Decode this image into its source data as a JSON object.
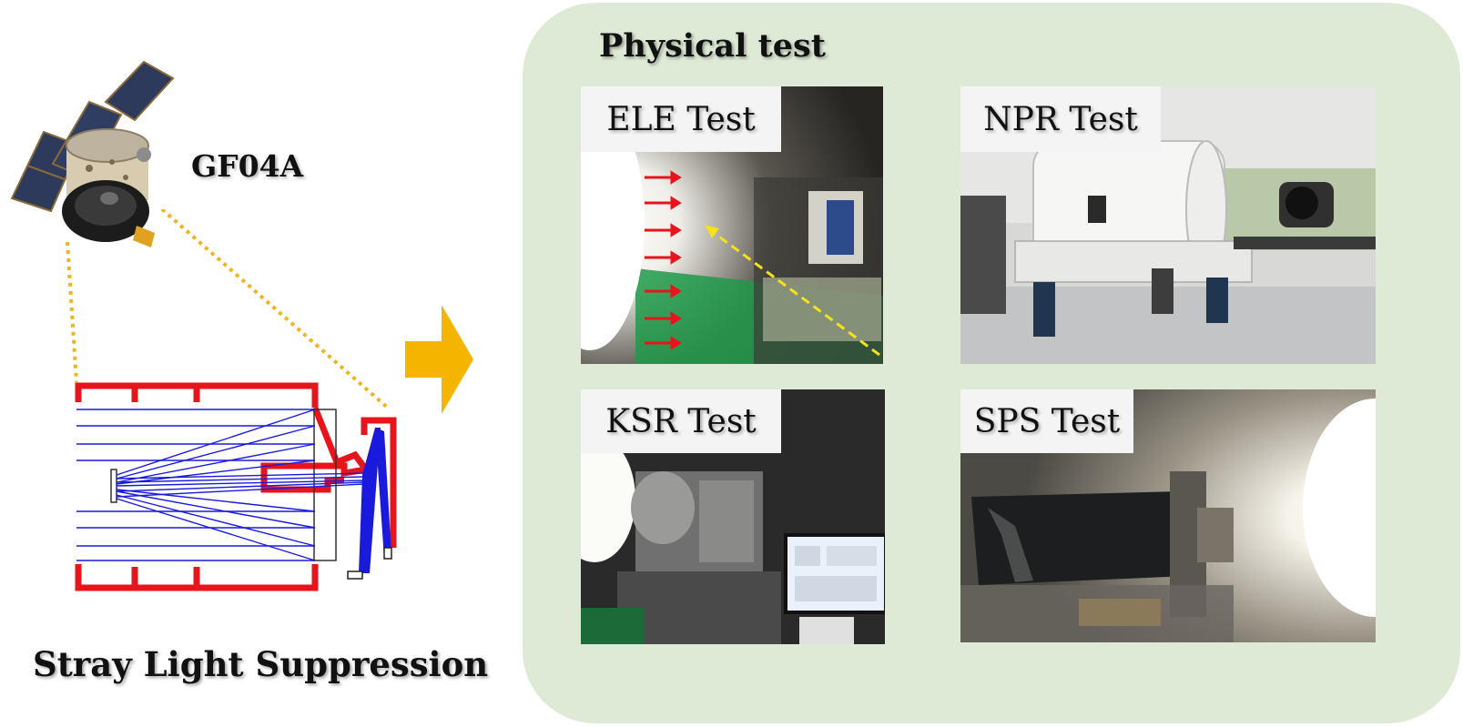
{
  "satellite": {
    "name": "GF04A"
  },
  "left": {
    "caption": "Stray Light Suppression"
  },
  "panel": {
    "title": "Physical test",
    "tests": [
      {
        "label": "ELE Test"
      },
      {
        "label": "NPR Test"
      },
      {
        "label": "KSR Test"
      },
      {
        "label": "SPS Test"
      }
    ]
  },
  "colors": {
    "panel_bg": "#dfead6",
    "baffle_red": "#e8141c",
    "ray_blue": "#1a1adc",
    "arrow_gold": "#f4b400",
    "dotted_gold": "#f0b41e"
  }
}
